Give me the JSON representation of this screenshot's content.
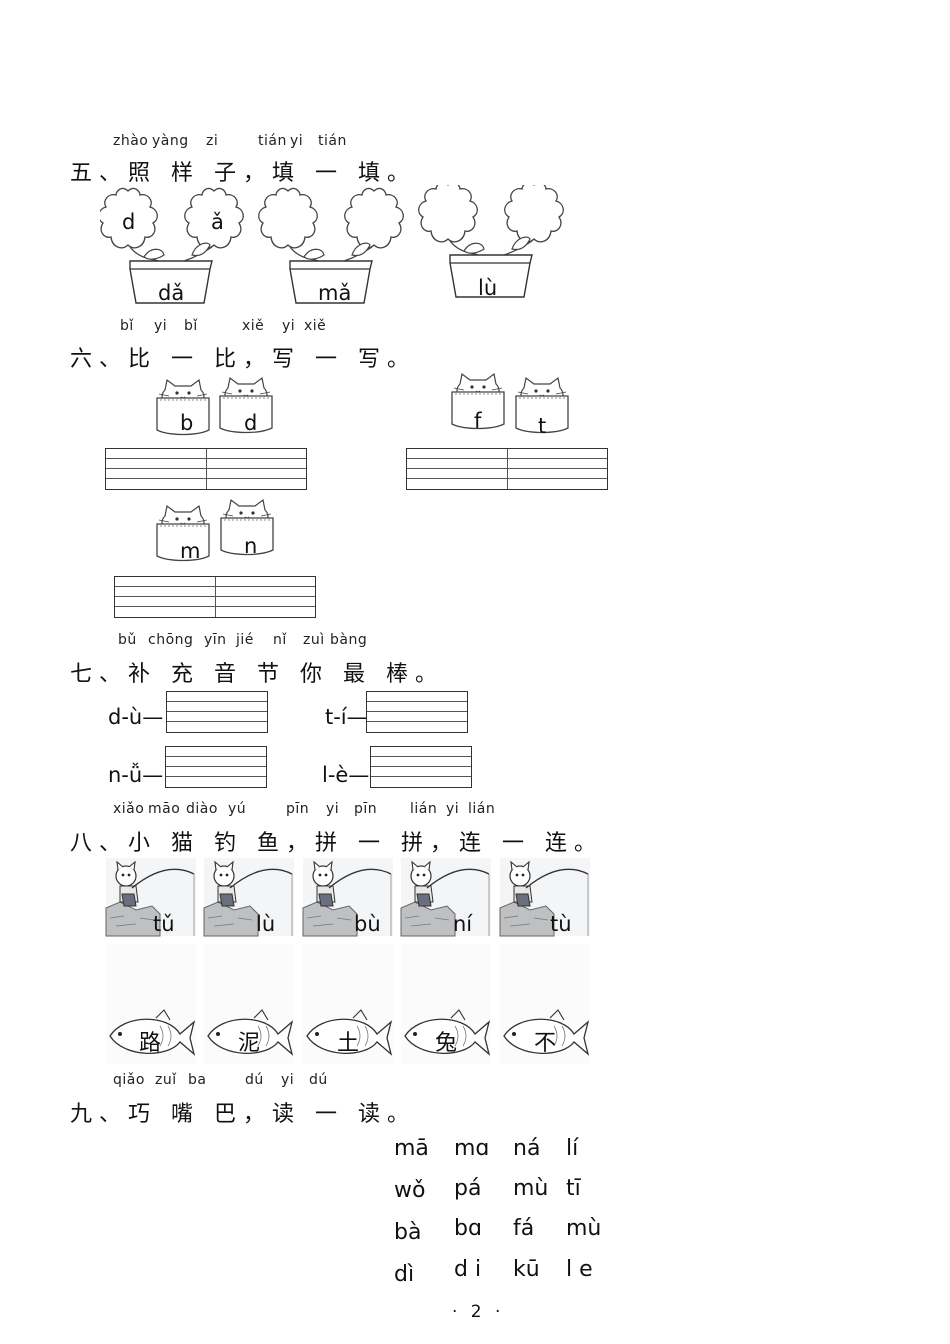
{
  "s5": {
    "pinyin": [
      "zhào",
      "yàng",
      "zi",
      "tián",
      "yi",
      "tián"
    ],
    "heading": "五、照 样 子，填 一 填。",
    "pots": [
      {
        "left": "d",
        "right": "ǎ",
        "result": "dǎ"
      },
      {
        "left": "",
        "right": "",
        "result": "mǎ"
      },
      {
        "left": "",
        "right": "",
        "result": "lù"
      }
    ]
  },
  "s6": {
    "pinyin": [
      "bǐ",
      "yi",
      "bǐ",
      "xiě",
      "yi",
      "xiě"
    ],
    "heading": "六、比 一 比，写 一 写。",
    "pairs": [
      [
        "b",
        "d"
      ],
      [
        "f",
        "t"
      ],
      [
        "m",
        "n"
      ]
    ]
  },
  "s7": {
    "pinyin": [
      "bǔ",
      "chōng",
      "yīn",
      "jié",
      "nǐ",
      "zuì",
      "bàng"
    ],
    "heading": "七、补 充 音 节 你 最 棒。",
    "items": [
      "d-ù—",
      "t-í—",
      "n-ǚ—",
      "l-è—"
    ]
  },
  "s8": {
    "pinyin": [
      "xiǎo",
      "māo",
      "diào",
      "yú",
      "pīn",
      "yi",
      "pīn",
      "lián",
      "yi",
      "lián"
    ],
    "heading": "八、小 猫 钓 鱼，拼 一 拼，连 一 连。",
    "cats": [
      "tǔ",
      "lù",
      "bù",
      "ní",
      "tù"
    ],
    "fish": [
      "路",
      "泥",
      "土",
      "兔",
      "不"
    ]
  },
  "s9": {
    "pinyin": [
      "qiǎo",
      "zuǐ",
      "ba",
      "dú",
      "yi",
      "dú"
    ],
    "heading": "九、巧 嘴 巴，读 一 读。",
    "rows": [
      [
        "mā",
        "mɑ",
        "ná",
        "lí"
      ],
      [
        "wǒ",
        "pá",
        "mù",
        "tī"
      ],
      [
        "bà",
        "bɑ",
        "fá",
        "mù"
      ],
      [
        "dì",
        "d i",
        "kū",
        "l e"
      ]
    ]
  },
  "page_number": "· 2 ·"
}
